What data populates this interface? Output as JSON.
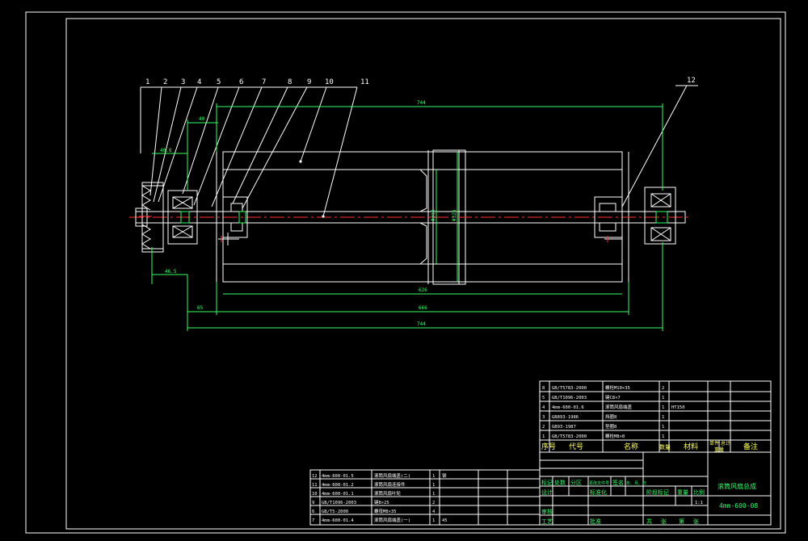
{
  "drawing": {
    "balloons": [
      "1",
      "2",
      "3",
      "4",
      "5",
      "6",
      "7",
      "8",
      "9",
      "10",
      "11",
      "12"
    ],
    "dimensions": {
      "top_overall": "744",
      "left_small_a": "40",
      "left_small_b": "40.8",
      "left_small_c": "46.5",
      "bottom_a": "626",
      "bottom_b": "666",
      "bottom_left": "65",
      "bottom_overall": "744",
      "dia_a": "Φ318",
      "dia_b": "Φ326"
    }
  },
  "parts_table": {
    "rows": [
      {
        "no": "8",
        "code": "GB/T5783-2000",
        "name": "螺栓M10×35",
        "qty": "2",
        "material": "",
        "note": ""
      },
      {
        "no": "5",
        "code": "GB/T1096-2003",
        "name": "键C8×7",
        "qty": "1",
        "material": "",
        "note": ""
      },
      {
        "no": "4",
        "code": "4mm-600-01.6",
        "name": "滚筒风扇端盖",
        "qty": "1",
        "material": "HT150",
        "note": ""
      },
      {
        "no": "3",
        "code": "GB893-1986",
        "name": "挡圈8",
        "qty": "1",
        "material": "",
        "note": ""
      },
      {
        "no": "2",
        "code": "GB93-1987",
        "name": "垫圈8",
        "qty": "1",
        "material": "",
        "note": ""
      },
      {
        "no": "1",
        "code": "GB/T5783-2000",
        "name": "螺栓M8×8",
        "qty": "1",
        "material": "",
        "note": ""
      }
    ],
    "header": {
      "no": "序号",
      "code": "代号",
      "name": "名称",
      "qty": "数量",
      "material": "材料",
      "unit": "单件",
      "total": "总计",
      "weight": "重量",
      "note": "备注"
    }
  },
  "parts_table_2": {
    "rows": [
      {
        "no": "12",
        "code": "4mm-600-01.5",
        "name": "滚筒风扇端盖(二)",
        "qty": "1",
        "material": "钢"
      },
      {
        "no": "11",
        "code": "4mm-600-01.2",
        "name": "滚筒风扇连接件",
        "qty": "1",
        "material": ""
      },
      {
        "no": "10",
        "code": "4mm-600-01.1",
        "name": "滚筒风扇叶轮",
        "qty": "1",
        "material": ""
      },
      {
        "no": "9",
        "code": "GB/T1096-2003",
        "name": "键8×25",
        "qty": "2",
        "material": ""
      },
      {
        "no": "6",
        "code": "GB/T5-2000",
        "name": "螺母M8×35",
        "qty": "4",
        "material": ""
      },
      {
        "no": "7",
        "code": "4mm-600-01.4",
        "name": "滚筒风扇端盖(一)",
        "qty": "1",
        "material": "45"
      }
    ]
  },
  "title_block": {
    "labels": {
      "tag": "标记",
      "count": "处数",
      "zone": "分区",
      "doc": "更改文件号",
      "sign": "签名",
      "date": "年、月、日",
      "design": "设计",
      "standard": "标准化",
      "stage": "阶段标记",
      "weight": "重量",
      "scale": "比例",
      "review": "审核",
      "process": "工艺",
      "approve": "批准",
      "sheet_total": "共",
      "sheet_label": "张",
      "sheet_no": "第",
      "sheet_label2": "张"
    },
    "scale_value": "1:1",
    "part_name": "滚筒风扇总成",
    "drawing_number": "4mm-600-08"
  },
  "colors": {
    "line": "#ffffff",
    "dim": "#33ff66",
    "center": "#ff3333",
    "leader": "#00e5ff",
    "header": "#ffff66"
  }
}
